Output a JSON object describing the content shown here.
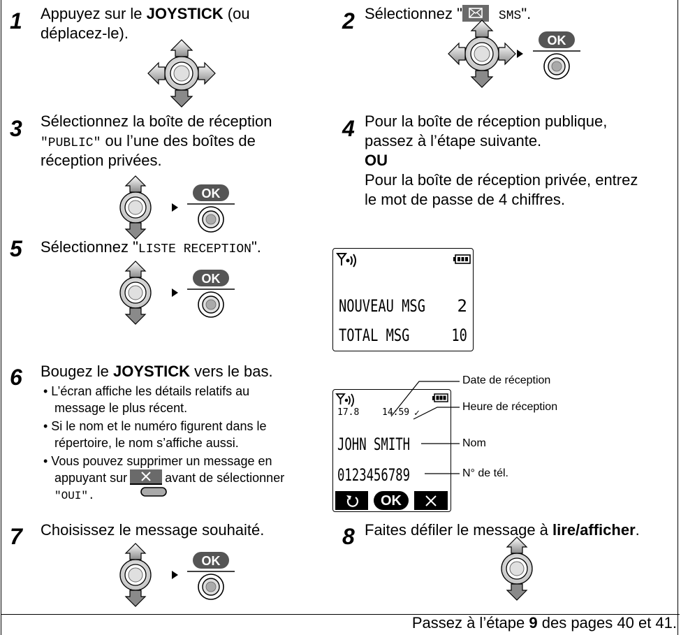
{
  "steps": {
    "s1": {
      "num": "1",
      "line1_a": "Appuyez sur le ",
      "line1_b": "JOYSTICK",
      "line1_c": " (ou",
      "line2": "déplacez-le)."
    },
    "s2": {
      "num": "2",
      "pre": "Sélectionnez \"",
      "mono": "SMS",
      "post": "\"."
    },
    "s3": {
      "num": "3",
      "line1": "Sélectionnez la boîte de réception",
      "line2_mono": "\"PUBLIC\"",
      "line2_post": " ou l’une des boîtes de",
      "line3": "réception privées."
    },
    "s4": {
      "num": "4",
      "line1": "Pour la boîte de réception publique,",
      "line2": "passez à l’étape suivante.",
      "line3": "OU",
      "line4": "Pour la boîte de réception privée, entrez",
      "line5": "le mot de passe de 4 chiffres."
    },
    "s5": {
      "num": "5",
      "pre": "Sélectionnez \"",
      "mono": "LISTE RECEPTION",
      "post": "\"."
    },
    "s6": {
      "num": "6",
      "line1_a": "Bougez le ",
      "line1_b": "JOYSTICK",
      "line1_c": " vers le bas.",
      "b1a": "• L’écran affiche les détails relatifs au",
      "b1b": "message le plus récent.",
      "b2a": "• Si le nom et le numéro figurent dans le",
      "b2b": "répertoire, le nom s’affiche aussi.",
      "b3a": "• Vous pouvez supprimer un message en",
      "b3b_pre": "appuyant sur",
      "b3b_post": "avant de sélectionner",
      "b3c": "\"OUI\"."
    },
    "s7": {
      "num": "7",
      "text": "Choisissez le message souhaité."
    },
    "s8": {
      "num": "8",
      "pre": "Faites défiler le message à ",
      "bold": "lire/afficher",
      "post": "."
    }
  },
  "ok_label": "OK",
  "lcd1": {
    "row1_label": "NOUVEAU MSG",
    "row1_value": "2",
    "row2_label": "TOTAL MSG",
    "row2_value": "10"
  },
  "lcd2": {
    "date": "17.8",
    "time": "14:59",
    "check": "✓",
    "name": "JOHN SMITH",
    "number": "0123456789"
  },
  "callouts": {
    "date": "Date de réception",
    "time": "Heure de réception",
    "name": "Nom",
    "number": "N° de tél."
  },
  "footer": {
    "pre": "Passez à l’étape ",
    "bold": "9",
    "post": " des pages 40 et 41."
  },
  "icons": [
    "joystick-icon",
    "ok-button-icon",
    "envelope-icon",
    "signal-icon",
    "battery-icon",
    "back-key-icon",
    "delete-key-icon"
  ]
}
